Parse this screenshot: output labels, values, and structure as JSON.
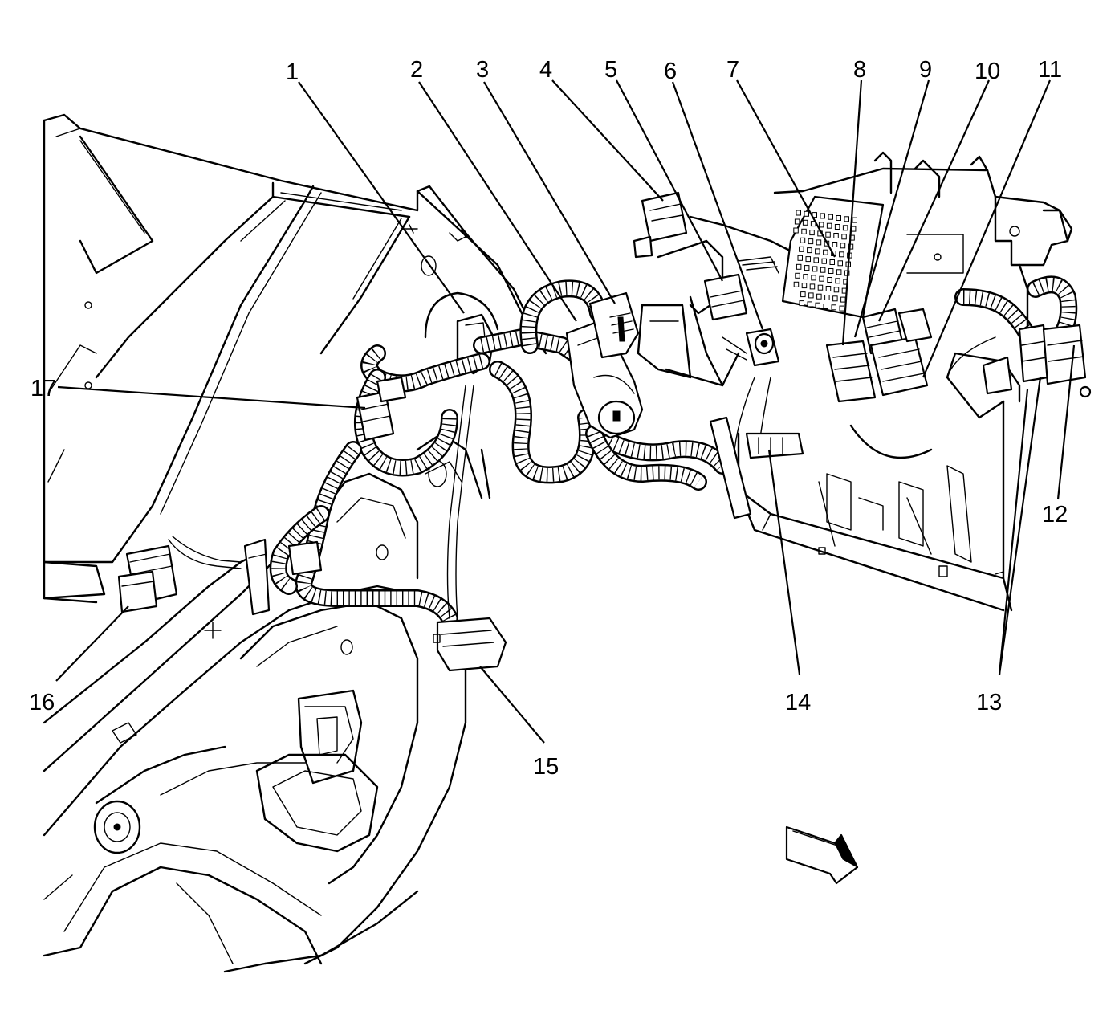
{
  "callouts": [
    {
      "id": "1",
      "label": "1"
    },
    {
      "id": "2",
      "label": "2"
    },
    {
      "id": "3",
      "label": "3"
    },
    {
      "id": "4",
      "label": "4"
    },
    {
      "id": "5",
      "label": "5"
    },
    {
      "id": "6",
      "label": "6"
    },
    {
      "id": "7",
      "label": "7"
    },
    {
      "id": "8",
      "label": "8"
    },
    {
      "id": "9",
      "label": "9"
    },
    {
      "id": "10",
      "label": "10"
    },
    {
      "id": "11",
      "label": "11"
    },
    {
      "id": "12",
      "label": "12"
    },
    {
      "id": "13",
      "label": "13"
    },
    {
      "id": "14",
      "label": "14"
    },
    {
      "id": "15",
      "label": "15"
    },
    {
      "id": "16",
      "label": "16"
    },
    {
      "id": "17",
      "label": "17"
    }
  ],
  "icons": {
    "direction_arrow": "forward-direction-arrow-icon"
  },
  "colors": {
    "line": "#000000",
    "background": "#ffffff"
  }
}
